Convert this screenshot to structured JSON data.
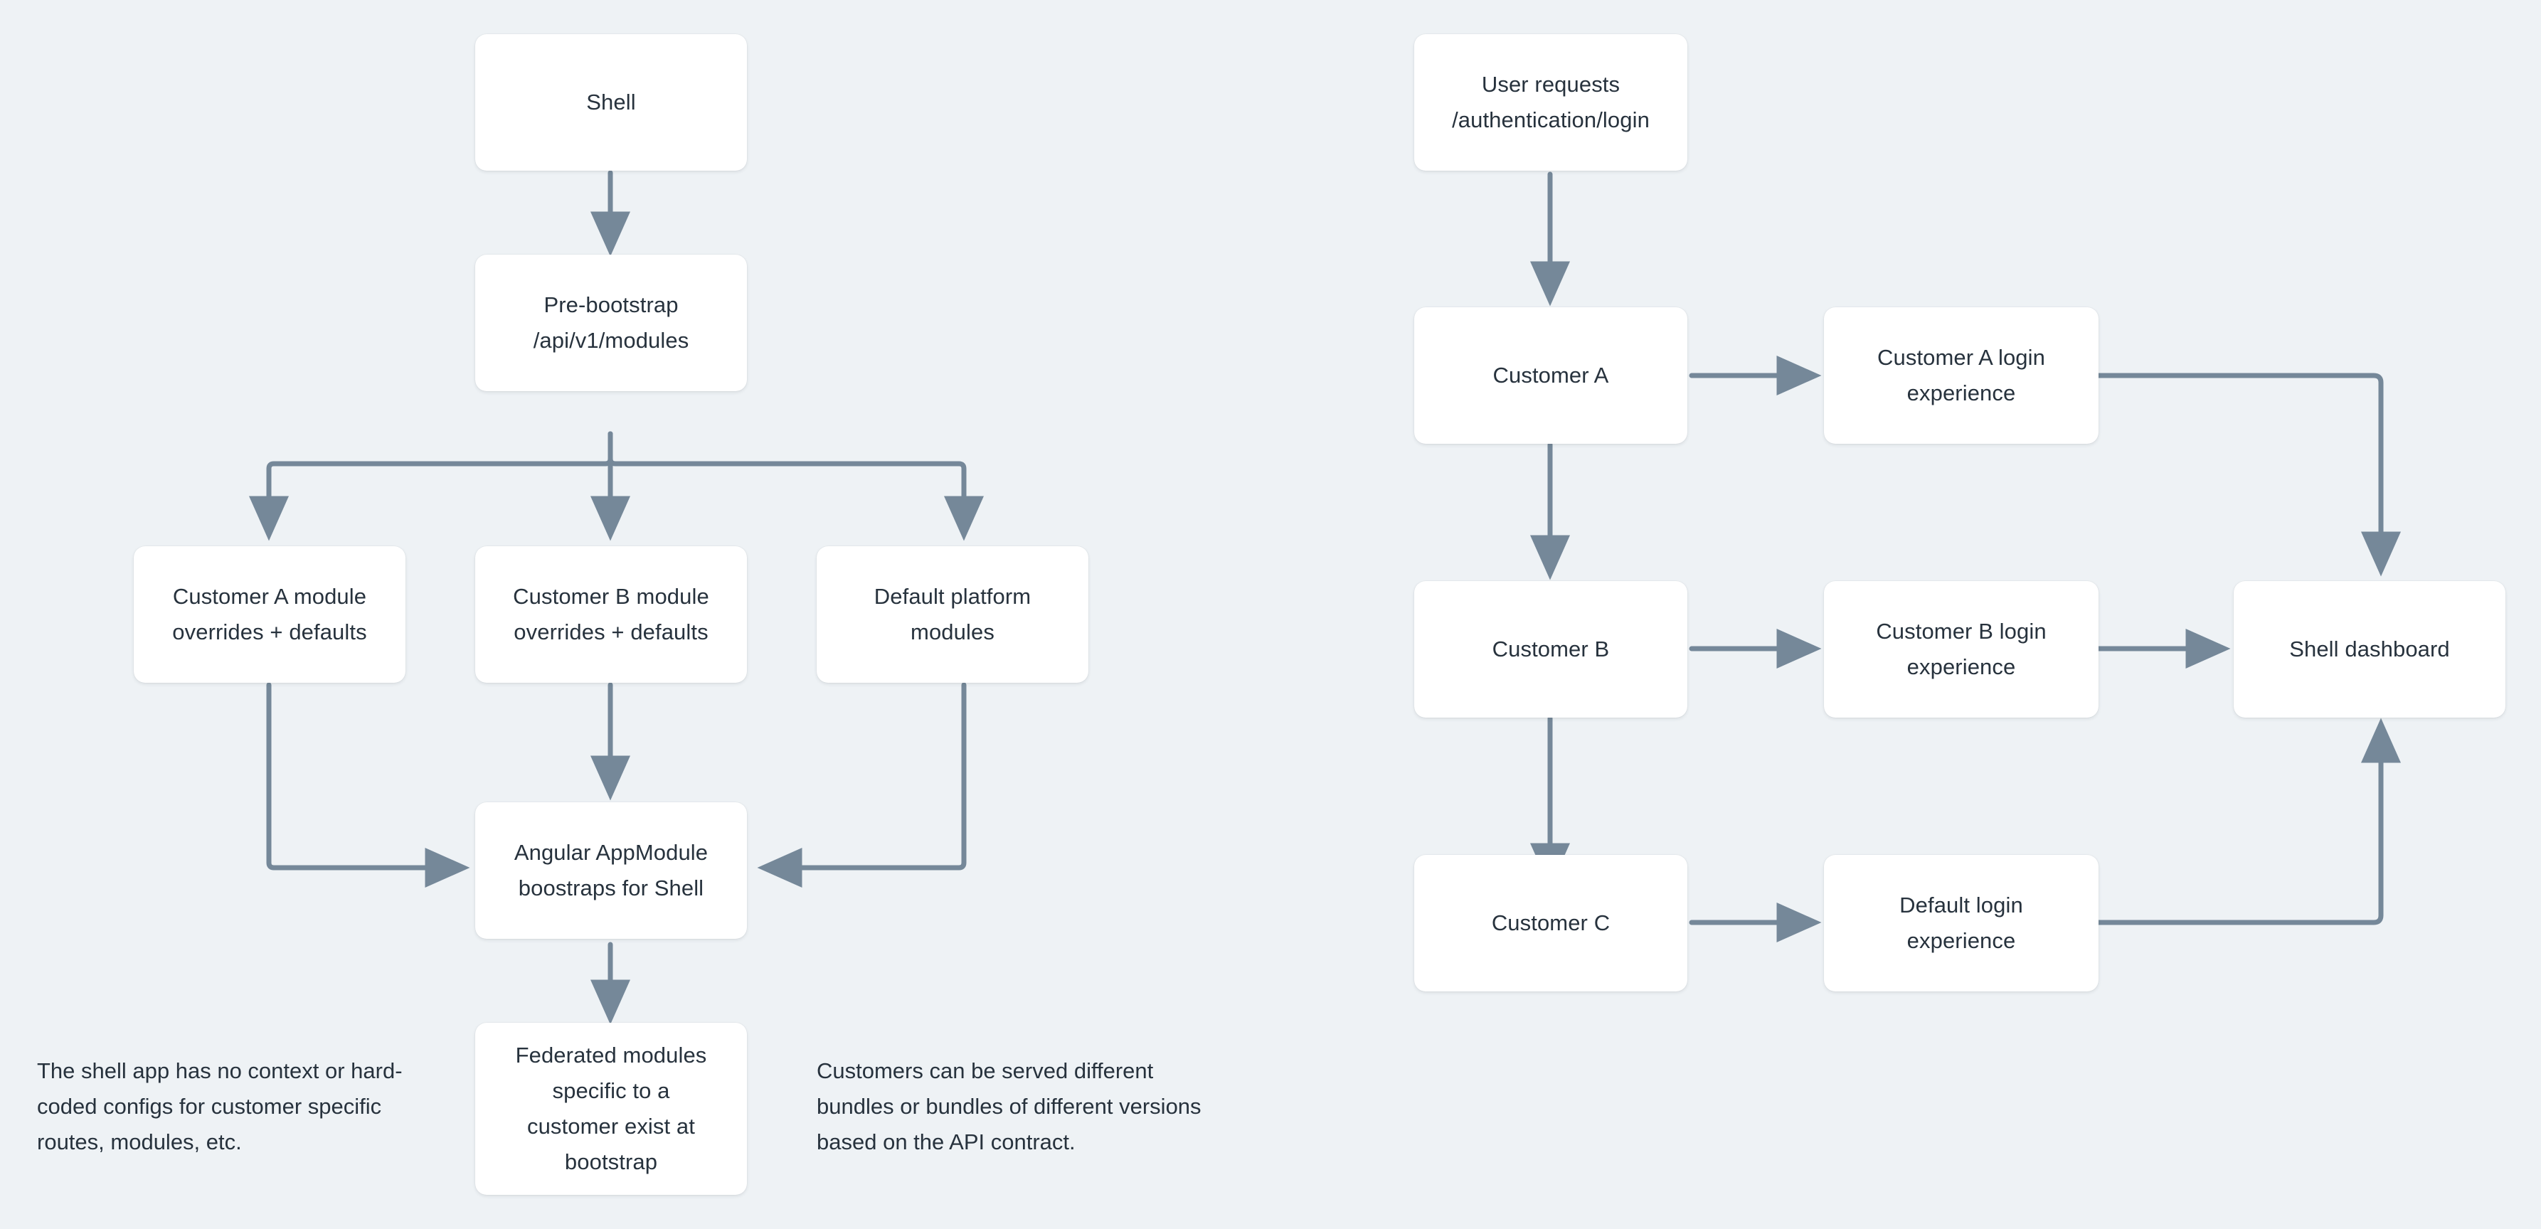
{
  "canvas": {
    "background_color": "#eef2f5",
    "node_fill_color": "#ffffff",
    "edge_color": "#758899",
    "text_color": "#27323d"
  },
  "left_flow": {
    "nodes": {
      "shell": "Shell",
      "pre_bootstrap": "Pre-bootstrap\n/api/v1/modules",
      "customer_a_modules": "Customer A module\noverrides + defaults",
      "customer_b_modules": "Customer B module\noverrides + defaults",
      "default_platform_modules": "Default platform\nmodules",
      "angular_appmodule": "Angular AppModule\nboostraps for Shell",
      "federated_modules": "Federated modules\nspecific to a\ncustomer exist at\nbootstrap"
    }
  },
  "right_flow": {
    "nodes": {
      "user_requests": "User requests\n/authentication/login",
      "customer_a": "Customer A",
      "customer_b": "Customer B",
      "customer_c": "Customer C",
      "customer_a_login": "Customer A login\nexperience",
      "customer_b_login": "Customer B login\nexperience",
      "default_login": "Default login\nexperience",
      "shell_dashboard": "Shell dashboard"
    }
  },
  "notes": {
    "left_note": "The shell app has no context or hard-\ncoded configs for customer specific\nroutes, modules, etc.",
    "right_note": "Customers can be served different\nbundles or bundles of different versions\nbased on the API contract."
  }
}
